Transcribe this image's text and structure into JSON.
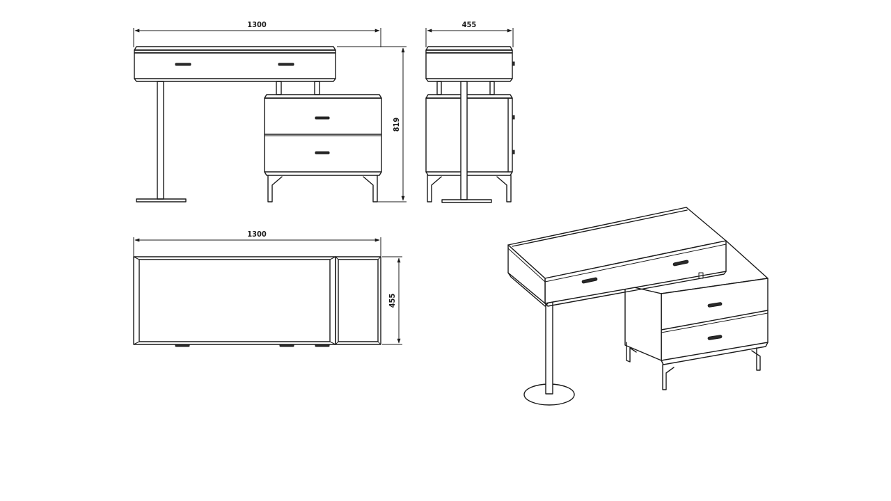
{
  "dimensions": {
    "front_width": "1300",
    "side_depth": "455",
    "total_height": "819",
    "plan_width": "1300",
    "plan_depth": "455"
  }
}
